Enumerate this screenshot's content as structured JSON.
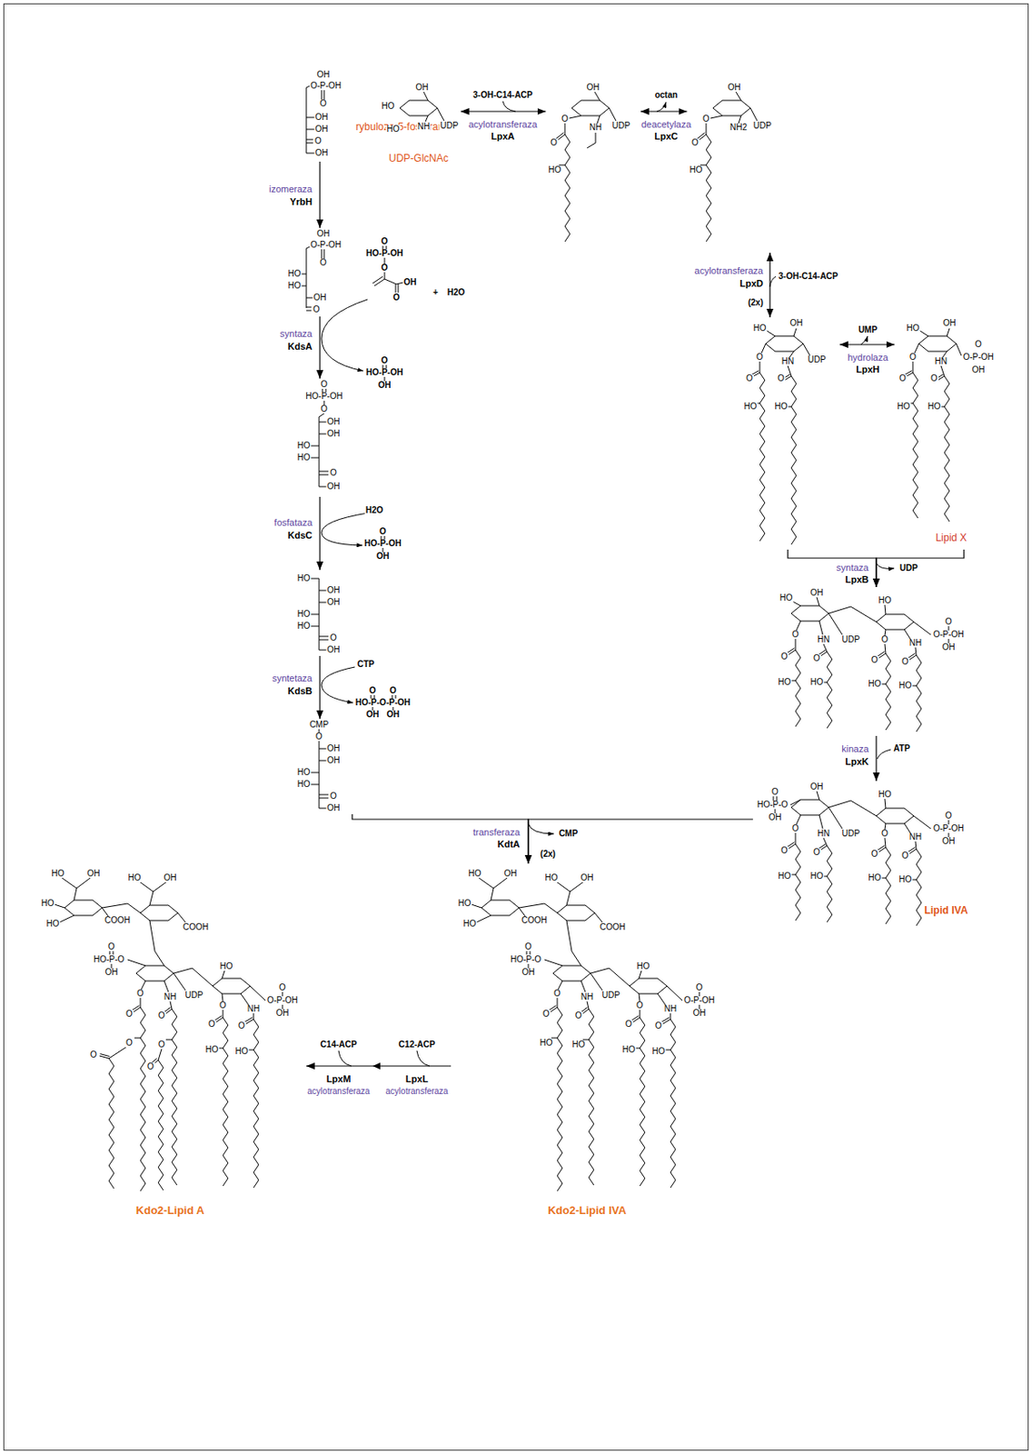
{
  "diagram": {
    "nodes": [
      {
        "text": [
          "OH",
          "O-P-OH",
          "O",
          "OH",
          "OH",
          "O",
          "OH",
          "rybulozo-5-fosforan"
        ]
      },
      {
        "text": [
          "OH",
          "HO",
          "HO",
          "NH",
          "UDP",
          "UDP-GlcNAc"
        ]
      },
      {
        "text": [
          "OH",
          "O",
          "NH",
          "UDP",
          "O",
          "HO"
        ]
      },
      {
        "text": [
          "OH",
          "O",
          "NH2",
          "UDP",
          "O",
          "HO"
        ]
      },
      {
        "text": [
          "HO",
          "OH",
          "O",
          "HN",
          "UDP",
          "O",
          "O",
          "HO",
          "HO"
        ]
      },
      {
        "text": [
          "HO",
          "OH",
          "O",
          "HN",
          "O",
          "O-P-OH",
          "OH",
          "O",
          "O",
          "HO",
          "HO",
          "Lipid X"
        ]
      },
      {
        "text": [
          "OH",
          "O-P-OH",
          "O",
          "HO",
          "HO",
          "OH",
          "O"
        ]
      },
      {
        "text": [
          "O",
          "HO-P-OH",
          "O",
          "OH",
          "OH",
          "HO",
          "HO",
          "O",
          "OH"
        ]
      },
      {
        "text": [
          "HO",
          "OH",
          "OH",
          "HO",
          "HO",
          "O",
          "OH"
        ]
      },
      {
        "text": [
          "CMP",
          "O",
          "OH",
          "OH",
          "HO",
          "HO",
          "O",
          "OH"
        ]
      },
      {
        "text": [
          "HO",
          "OH",
          "O",
          "HN",
          "UDP",
          "HO",
          "O",
          "NH",
          "O",
          "O-P-OH",
          "OH",
          "O",
          "O",
          "O",
          "O",
          "HO",
          "HO",
          "HO",
          "HO"
        ]
      },
      {
        "text": [
          "O",
          "HO-P-O",
          "OH",
          "OH",
          "O",
          "HN",
          "UDP",
          "HO",
          "O",
          "NH",
          "O",
          "O-P-OH",
          "OH",
          "O",
          "O",
          "O",
          "O",
          "HO",
          "HO",
          "HO",
          "HO",
          "Lipid IVA"
        ]
      },
      {
        "text": [
          "HO",
          "OH",
          "HO",
          "OH",
          "HO",
          "HO",
          "COOH",
          "COOH",
          "O",
          "HO-P-O",
          "OH",
          "O",
          "NH",
          "UDP",
          "HO",
          "O",
          "NH",
          "O",
          "O-P-OH",
          "OH",
          "O",
          "O",
          "O",
          "O",
          "HO",
          "HO",
          "HO",
          "HO",
          "Kdo2-Lipid IVA"
        ]
      },
      {
        "text": [
          "HO",
          "OH",
          "HO",
          "OH",
          "HO",
          "HO",
          "COOH",
          "COOH",
          "O",
          "HO-P-O",
          "OH",
          "O",
          "NH",
          "UDP",
          "HO",
          "O",
          "NH",
          "O",
          "O-P-OH",
          "OH",
          "O",
          "O",
          "O",
          "O",
          "O",
          "O",
          "HO",
          "HO",
          "O",
          "O",
          "Kdo2-Lipid A"
        ]
      }
    ],
    "edges": [
      {
        "from": 1,
        "to": 2,
        "arrow": "both"
      },
      {
        "from": 2,
        "to": 3,
        "arrow": "both"
      },
      {
        "from": 3,
        "to": 4,
        "arrow": "both"
      },
      {
        "from": 4,
        "to": 5,
        "arrow": "both"
      },
      {
        "from": 4,
        "to": 10,
        "arrow": "to"
      },
      {
        "from": 5,
        "to": 10,
        "arrow": "to"
      },
      {
        "from": 10,
        "to": 11,
        "arrow": "to"
      },
      {
        "from": 0,
        "to": 6,
        "arrow": "to"
      },
      {
        "from": 6,
        "to": 7,
        "arrow": "to"
      },
      {
        "from": 7,
        "to": 8,
        "arrow": "to"
      },
      {
        "from": 8,
        "to": 9,
        "arrow": "to"
      },
      {
        "from": 9,
        "to": 12,
        "arrow": "to"
      },
      {
        "from": 11,
        "to": 12,
        "arrow": "to"
      },
      {
        "from": 12,
        "to": 13,
        "arrow": "to"
      }
    ],
    "labels": [
      "3-OH-C14-ACP",
      "acylotransferaza",
      "LpxA",
      "octan",
      "deacetylaza",
      "LpxC",
      "acylotransferaza",
      "LpxD",
      "3-OH-C14-ACP",
      "(2x)",
      "UMP",
      "hydrolaza",
      "LpxH",
      "izomeraza",
      "YrbH",
      "O",
      "HO-P-OH",
      "O",
      "OH",
      "O",
      "+",
      "H2O",
      "syntaza",
      "KdsA",
      "O",
      "HO-P-OH",
      "OH",
      "syntaza",
      "LpxB",
      "UDP",
      "H2O",
      "fosfataza",
      "KdsC",
      "O",
      "HO-P-OH",
      "OH",
      "kinaza",
      "LpxK",
      "ATP",
      "syntetaza",
      "KdsB",
      "CTP",
      "O",
      "O",
      "HO-P-O-P-OH",
      "OH",
      "OH",
      "transferaza",
      "KdtA",
      "CMP",
      "(2x)",
      "C14-ACP",
      "LpxM",
      "acylotransferaza",
      "C12-ACP",
      "LpxL",
      "acylotransferaza"
    ]
  }
}
